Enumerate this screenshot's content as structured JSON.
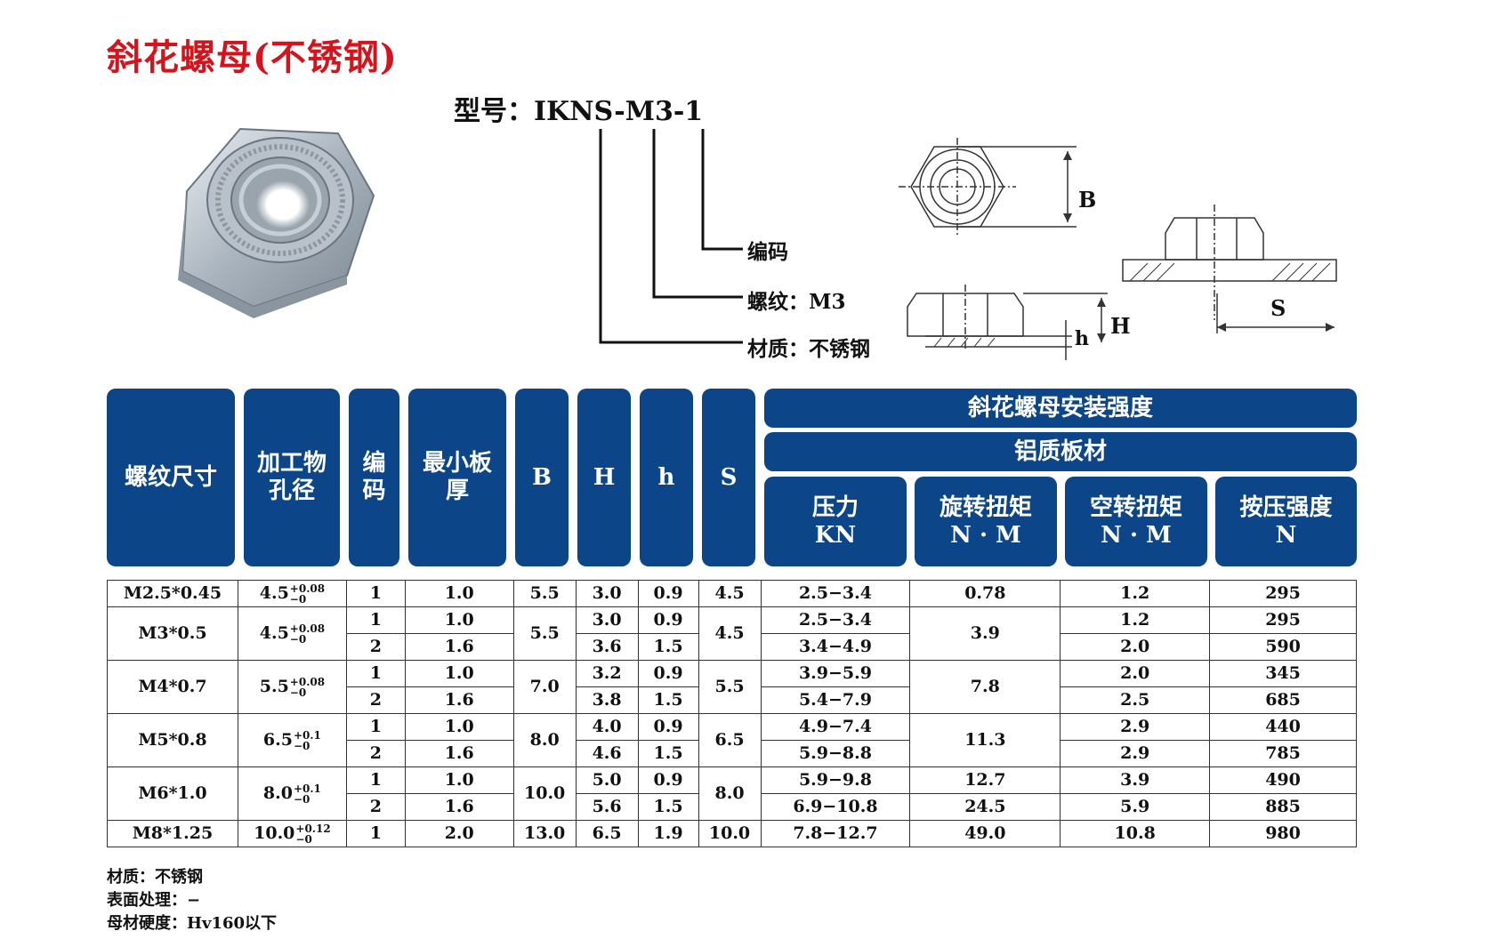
{
  "title": "斜花螺母(不锈钢)",
  "model": {
    "label": "型号：",
    "code": "IKNS-M3-1"
  },
  "legend": {
    "code": "编码",
    "thread": "螺纹：M3",
    "material": "材质：不锈钢"
  },
  "dims": {
    "B": "B",
    "H": "H",
    "h": "h",
    "S": "S"
  },
  "headers": {
    "thread_size": "螺纹尺寸",
    "hole_1": "加工物",
    "hole_2": "孔径",
    "code_1": "编",
    "code_2": "码",
    "min_thick_1": "最小板",
    "min_thick_2": "厚",
    "B": "B",
    "H": "H",
    "h": "h",
    "S": "S",
    "strength": "斜花螺母安装强度",
    "aluminum": "铝质板材",
    "pressure_1": "压力",
    "pressure_2": "KN",
    "torque_1": "旋转扭矩",
    "torque_2": "N · M",
    "idle_torque_1": "空转扭矩",
    "idle_torque_2": "N · M",
    "push_1": "按压强度",
    "push_2": "N"
  },
  "rows": [
    {
      "size": "M2.5*0.45",
      "hole": "4.5",
      "tol_up": "+0.08",
      "tol_dn": "−0",
      "code": "1",
      "thick": "1.0",
      "B": "5.5",
      "H": "3.0",
      "h": "0.9",
      "S": "4.5",
      "pressure": "2.5−3.4",
      "torque": "0.78",
      "idle": "1.2",
      "push": "295"
    },
    {
      "size": "M3*0.5",
      "hole": "4.5",
      "tol_up": "+0.08",
      "tol_dn": "−0",
      "code": "1",
      "thick": "1.0",
      "B": "5.5",
      "H": "3.0",
      "h": "0.9",
      "S": "4.5",
      "pressure": "2.5−3.4",
      "torque": "3.9",
      "idle": "1.2",
      "push": "295"
    },
    {
      "code": "2",
      "thick": "1.6",
      "H": "3.6",
      "h": "1.5",
      "pressure": "3.4−4.9",
      "idle": "2.0",
      "push": "590"
    },
    {
      "size": "M4*0.7",
      "hole": "5.5",
      "tol_up": "+0.08",
      "tol_dn": "−0",
      "code": "1",
      "thick": "1.0",
      "B": "7.0",
      "H": "3.2",
      "h": "0.9",
      "S": "5.5",
      "pressure": "3.9−5.9",
      "torque": "7.8",
      "idle": "2.0",
      "push": "345"
    },
    {
      "code": "2",
      "thick": "1.6",
      "H": "3.8",
      "h": "1.5",
      "pressure": "5.4−7.9",
      "idle": "2.5",
      "push": "685"
    },
    {
      "size": "M5*0.8",
      "hole": "6.5",
      "tol_up": "+0.1",
      "tol_dn": "−0",
      "code": "1",
      "thick": "1.0",
      "B": "8.0",
      "H": "4.0",
      "h": "0.9",
      "S": "6.5",
      "pressure": "4.9−7.4",
      "torque": "11.3",
      "idle": "2.9",
      "push": "440"
    },
    {
      "code": "2",
      "thick": "1.6",
      "H": "4.6",
      "h": "1.5",
      "pressure": "5.9−8.8",
      "idle": "2.9",
      "push": "785"
    },
    {
      "size": "M6*1.0",
      "hole": "8.0",
      "tol_up": "+0.1",
      "tol_dn": "−0",
      "code": "1",
      "thick": "1.0",
      "B": "10.0",
      "H": "5.0",
      "h": "0.9",
      "S": "8.0",
      "pressure": "5.9−9.8",
      "torque": "12.7",
      "idle": "3.9",
      "push": "490"
    },
    {
      "code": "2",
      "thick": "1.6",
      "H": "5.6",
      "h": "1.5",
      "pressure": "6.9−10.8",
      "torque": "24.5",
      "idle": "5.9",
      "push": "885"
    },
    {
      "size": "M8*1.25",
      "hole": "10.0",
      "tol_up": "+0.12",
      "tol_dn": "−0",
      "code": "1",
      "thick": "2.0",
      "B": "13.0",
      "H": "6.5",
      "h": "1.9",
      "S": "10.0",
      "pressure": "7.8−12.7",
      "torque": "49.0",
      "idle": "10.8",
      "push": "980"
    }
  ],
  "notes": {
    "material": "材质：不锈钢",
    "surface": "表面处理：−",
    "hardness": "母材硬度：Hv160以下"
  }
}
